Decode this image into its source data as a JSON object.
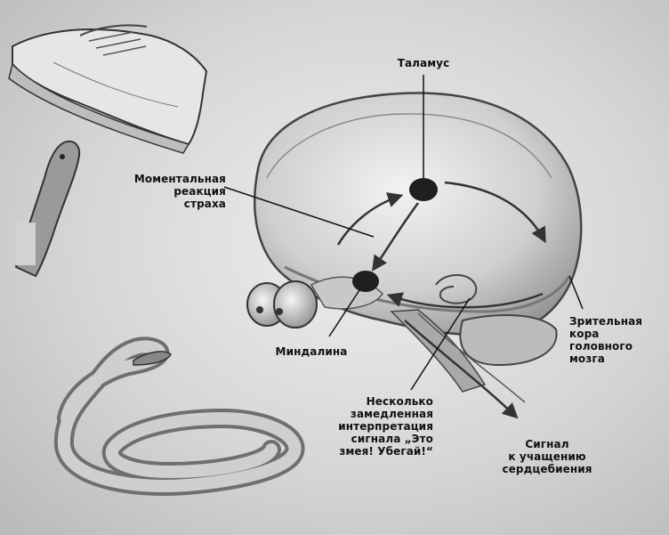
{
  "labels": {
    "thalamus": "Таламус",
    "instant_reaction": "Моментальная\nреакция\nстраха",
    "amygdala": "Миндалина",
    "slow_interpretation": "Несколько\nзамедленная\nинтерпретация\nсигнала „Это\nзмея! Убегай!“",
    "visual_cortex": "Зрительная\nкора\nголовного\nмозга",
    "heartbeat_signal": "Сигнал\nк учащению\nсердцебиения"
  }
}
